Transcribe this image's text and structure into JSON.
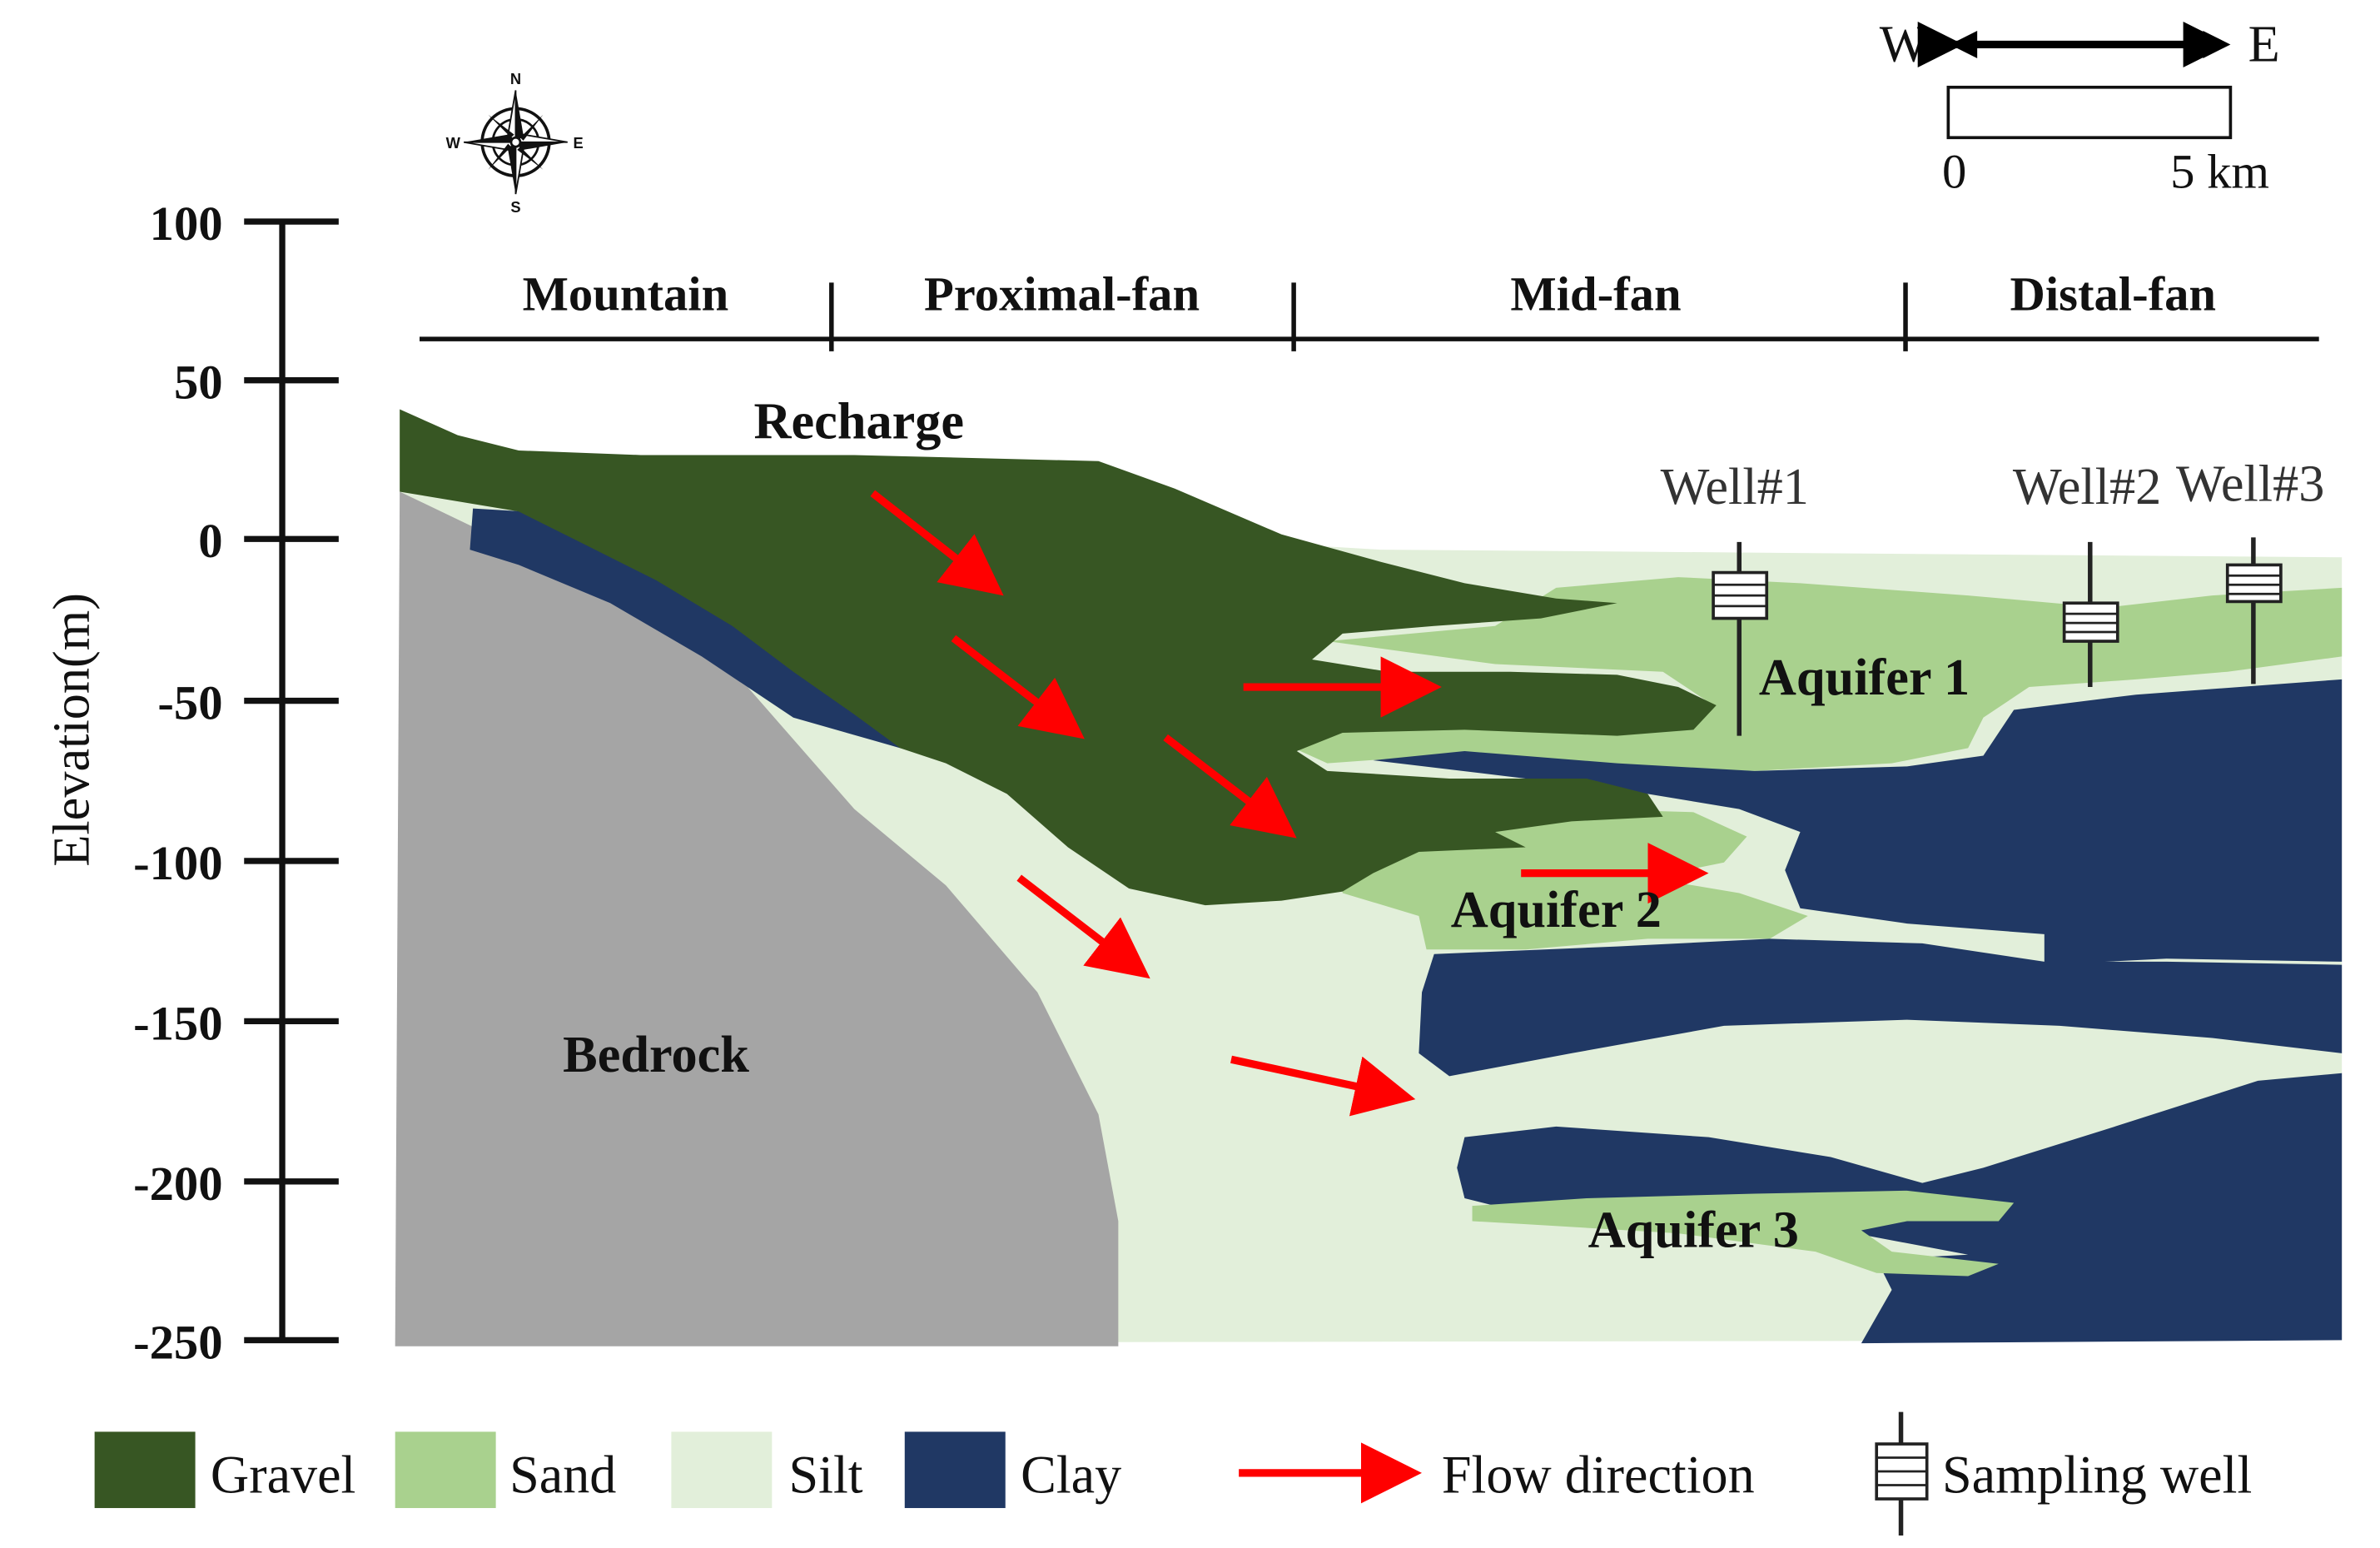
{
  "axis": {
    "label": "Elevation(m)",
    "ticks": [
      "100",
      "50",
      "0",
      "-50",
      "-100",
      "-150",
      "-200",
      "-250"
    ]
  },
  "scale_bar": {
    "west": "W",
    "east": "E",
    "start": "0",
    "end": "5 km"
  },
  "compass": {
    "n": "N",
    "s": "S",
    "e": "E",
    "w": "W"
  },
  "zones": [
    "Mountain",
    "Proximal-fan",
    "Mid-fan",
    "Distal-fan"
  ],
  "labels": {
    "recharge": "Recharge",
    "bedrock": "Bedrock",
    "aquifer1": "Aquifer 1",
    "aquifer2": "Aquifer 2",
    "aquifer3": "Aquifer 3"
  },
  "wells": [
    "Well#1",
    "Well#2",
    "Well#3"
  ],
  "legend": {
    "gravel": "Gravel",
    "sand": "Sand",
    "silt": "Silt",
    "clay": "Clay",
    "flow": "Flow direction",
    "well": "Sampling well"
  },
  "colors": {
    "gravel": "#375623",
    "sand": "#a9d18e",
    "silt": "#e2efda",
    "clay": "#203864",
    "bedrock": "#a5a5a5",
    "flow": "#ff0000"
  }
}
